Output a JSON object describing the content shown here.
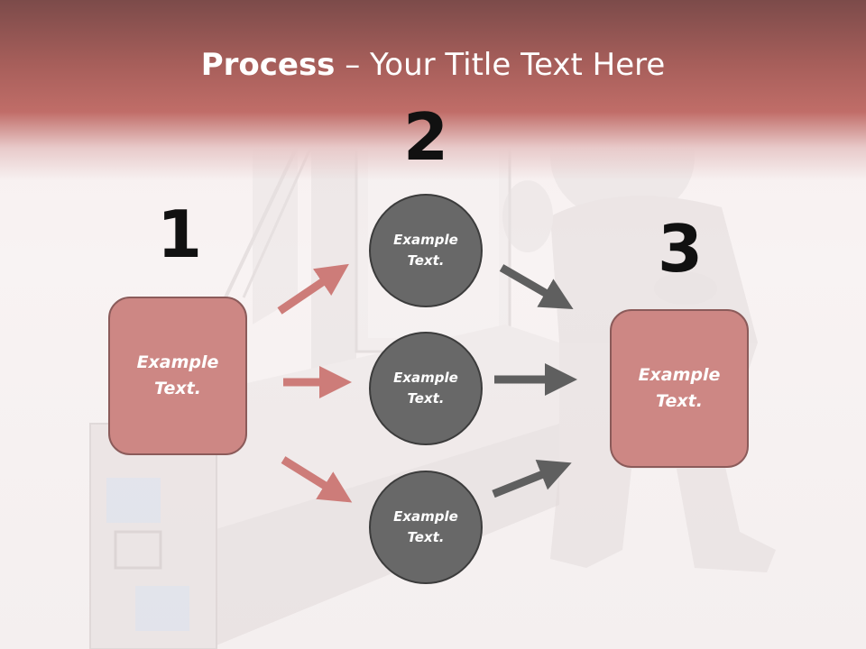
{
  "title": {
    "bold": "Process",
    "rest": " – Your Title Text Here"
  },
  "steps": [
    {
      "number": "1",
      "text": "Example Text."
    },
    {
      "number": "2",
      "items": [
        "Example Text.",
        "Example Text.",
        "Example Text."
      ]
    },
    {
      "number": "3",
      "text": "Example Text."
    }
  ],
  "colors": {
    "header": "#b5615d",
    "box_fill": "#cd8784",
    "box_border": "#8b5b5a",
    "circle_fill": "#686868",
    "pink_arrow": "#cd7c79",
    "gray_arrow": "#5f5f5f"
  }
}
